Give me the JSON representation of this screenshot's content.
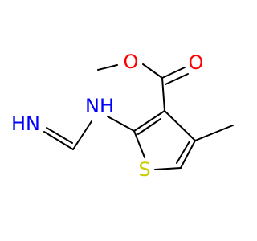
{
  "molecule": {
    "atoms": {
      "carbonyl_oxygen": {
        "label": "O",
        "color": "#ff0000"
      },
      "ester_oxygen": {
        "label": "O",
        "color": "#ff0000"
      },
      "amine_nitrogen": {
        "label": "NH",
        "color": "#0000ff"
      },
      "imine_nitrogen": {
        "label": "HN",
        "color": "#0000ff"
      },
      "sulfur": {
        "label": "S",
        "color": "#cccc00"
      }
    },
    "bond_color": "#000000"
  }
}
